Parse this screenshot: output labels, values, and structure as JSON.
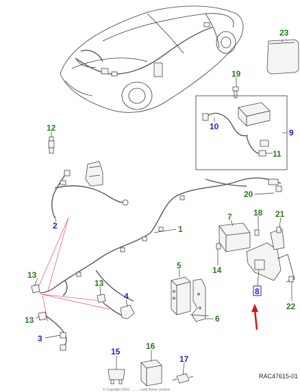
{
  "diagram": {
    "reference_code": "RAC47615-01",
    "copyright_fragment": "© Copyright 2016 ......... Land Rover Limited",
    "callouts": [
      {
        "id": "c23",
        "label": "23",
        "color": "green"
      },
      {
        "id": "c19",
        "label": "19",
        "color": "green"
      },
      {
        "id": "c10",
        "label": "10",
        "color": "blue"
      },
      {
        "id": "c9",
        "label": "9",
        "color": "blue"
      },
      {
        "id": "c11",
        "label": "11",
        "color": "green"
      },
      {
        "id": "c12",
        "label": "12",
        "color": "green"
      },
      {
        "id": "c20",
        "label": "20",
        "color": "green"
      },
      {
        "id": "c2",
        "label": "2",
        "color": "blue"
      },
      {
        "id": "c1",
        "label": "1",
        "color": "green"
      },
      {
        "id": "c7",
        "label": "7",
        "color": "green"
      },
      {
        "id": "c18",
        "label": "18",
        "color": "green"
      },
      {
        "id": "c21",
        "label": "21",
        "color": "green"
      },
      {
        "id": "c14",
        "label": "14",
        "color": "green"
      },
      {
        "id": "c5",
        "label": "5",
        "color": "green"
      },
      {
        "id": "c8",
        "label": "8",
        "color": "blue"
      },
      {
        "id": "c13a",
        "label": "13",
        "color": "green"
      },
      {
        "id": "c13b",
        "label": "13",
        "color": "green"
      },
      {
        "id": "c4",
        "label": "4",
        "color": "blue"
      },
      {
        "id": "c13c",
        "label": "13",
        "color": "green"
      },
      {
        "id": "c6",
        "label": "6",
        "color": "green"
      },
      {
        "id": "c22",
        "label": "22",
        "color": "green"
      },
      {
        "id": "c3",
        "label": "3",
        "color": "blue"
      },
      {
        "id": "c15",
        "label": "15",
        "color": "blue"
      },
      {
        "id": "c16",
        "label": "16",
        "color": "green"
      },
      {
        "id": "c17",
        "label": "17",
        "color": "blue"
      }
    ],
    "colors": {
      "green_label": "#2a7a1f",
      "blue_label": "#1f1fc8",
      "highlight_arrow": "#e01010",
      "leader_red": "#e05050"
    }
  }
}
